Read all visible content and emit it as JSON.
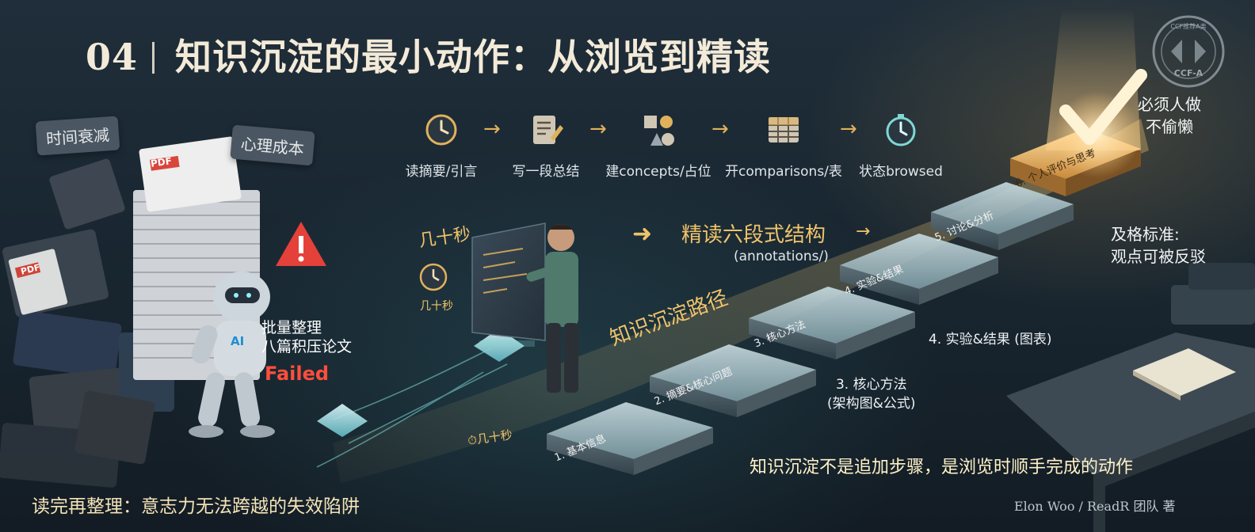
{
  "title": {
    "number": "04",
    "text": "知识沉淀的最小动作：从浏览到精读"
  },
  "tags": {
    "time_decay": "时间衰减",
    "psych_cost": "心理成本"
  },
  "robot": {
    "badge": "AI",
    "task_line1": "批量整理",
    "task_line2": "八篇积压论文",
    "status": "Failed"
  },
  "pdf_labels": [
    "PDF",
    "PDF"
  ],
  "workflow": [
    {
      "label": "读摘要/引言",
      "icon": "clock-icon"
    },
    {
      "label": "写一段总结",
      "icon": "notepad-icon"
    },
    {
      "label": "建concepts/占位",
      "icon": "shapes-icon"
    },
    {
      "label": "开comparisons/表",
      "icon": "table-icon"
    },
    {
      "label": "状态browsed",
      "icon": "timer-icon"
    }
  ],
  "timing": {
    "seconds_main": "几十秒",
    "seconds_clock": "几十秒",
    "seconds_stair": "几十秒"
  },
  "structure": {
    "title": "精读六段式结构",
    "subtitle": "(annotations/)"
  },
  "path_label": "知识沉淀路径",
  "stairs": [
    "1. 基本信息",
    "2. 摘要&核心问题",
    "3. 核心方法",
    "4. 实验&结果",
    "5. 讨论&分析",
    "6. 个人评价与思考"
  ],
  "annotations": {
    "method_line1": "3. 核心方法",
    "method_line2": "(架构图&公式)",
    "experiment": "4. 实验&结果 (图表)"
  },
  "notes": {
    "must_line1": "必须人做",
    "must_line2": "不偷懒",
    "pass_line1": "及格标准:",
    "pass_line2": "观点可被反驳"
  },
  "seal": {
    "top": "CCF推荐A类",
    "bottom": "CCF-A"
  },
  "bottom": {
    "left": "读完再整理：意志力无法跨越的失效陷阱",
    "right": "知识沉淀不是追加步骤，是浏览时顺手完成的动作",
    "credit": "Elon Woo / ReadR 团队  著"
  },
  "colors": {
    "gold": "#f0c36a",
    "alert": "#ff4e3c",
    "teal": "#7fd8d4"
  }
}
